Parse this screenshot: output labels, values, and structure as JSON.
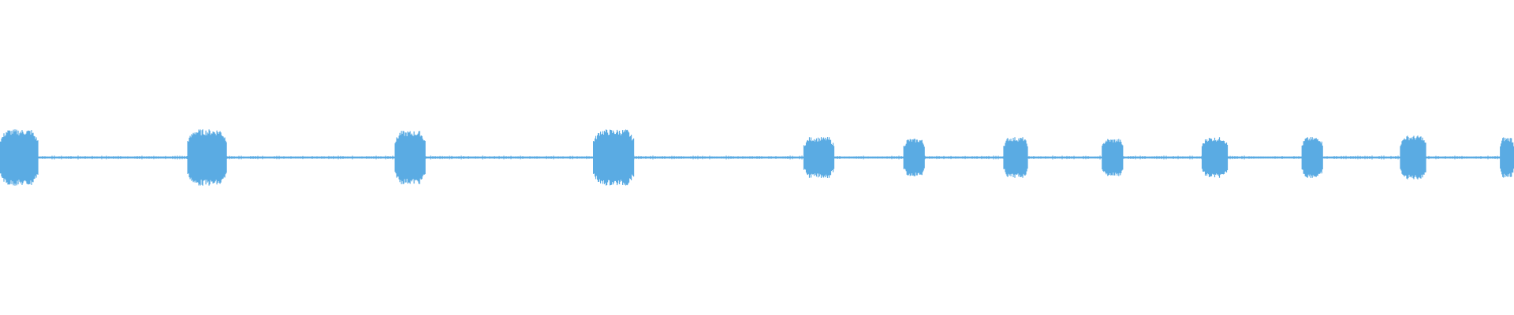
{
  "waveform": {
    "color": "#5aabe3",
    "background": "#ffffff",
    "segments": [
      {
        "start": 0.0,
        "end": 0.025,
        "amplitude": 0.09
      },
      {
        "start": 0.124,
        "end": 0.15,
        "amplitude": 0.09
      },
      {
        "start": 0.261,
        "end": 0.281,
        "amplitude": 0.085
      },
      {
        "start": 0.392,
        "end": 0.419,
        "amplitude": 0.09
      },
      {
        "start": 0.531,
        "end": 0.551,
        "amplitude": 0.065
      },
      {
        "start": 0.597,
        "end": 0.611,
        "amplitude": 0.06
      },
      {
        "start": 0.663,
        "end": 0.679,
        "amplitude": 0.065
      },
      {
        "start": 0.728,
        "end": 0.742,
        "amplitude": 0.06
      },
      {
        "start": 0.794,
        "end": 0.811,
        "amplitude": 0.065
      },
      {
        "start": 0.86,
        "end": 0.874,
        "amplitude": 0.065
      },
      {
        "start": 0.925,
        "end": 0.942,
        "amplitude": 0.07
      },
      {
        "start": 0.991,
        "end": 1.0,
        "amplitude": 0.065
      }
    ]
  }
}
